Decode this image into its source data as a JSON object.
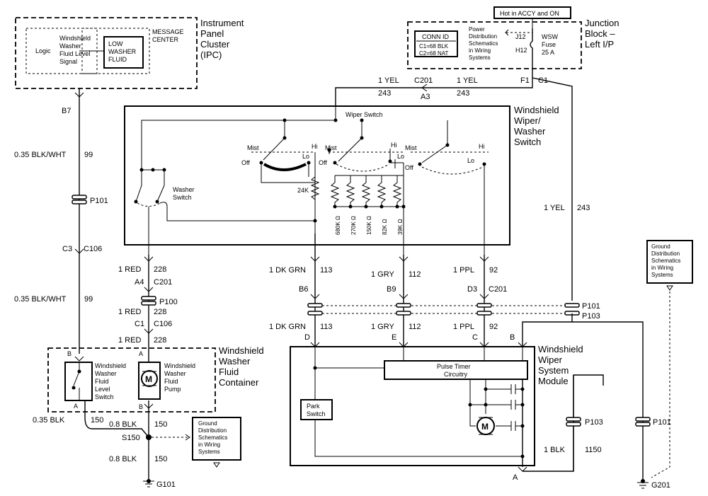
{
  "labels": {
    "ipc": "Instrument Panel Cluster (IPC)",
    "ipc_lines": [
      "Instrument",
      "Panel",
      "Cluster",
      "(IPC)"
    ],
    "logic": "Logic",
    "washer_signal": [
      "Windshield",
      "Washer",
      "Fluid Level",
      "Signal"
    ],
    "msg_center": [
      "MESSAGE",
      "CENTER"
    ],
    "low_washer": [
      "LOW",
      "WASHER",
      "FLUID"
    ],
    "hot_in": "Hot in ACCY and ON",
    "junction_block": [
      "Junction",
      "Block –",
      "Left I/P"
    ],
    "conn_id_title": "CONN ID",
    "conn_id_lines": [
      "C1=68 BLK",
      "C2=68 NAT"
    ],
    "power_dist": [
      "Power",
      "Distribution",
      "Schematics",
      "in Wiring",
      "Systems"
    ],
    "j12": "J12",
    "h12": "H12",
    "wsw_fuse": [
      "WSW",
      "Fuse",
      "25 A"
    ],
    "f1": "F1",
    "c1_top": "C1",
    "c201_top": "C201",
    "a3": "A3",
    "wire_yel_left": "1 YEL",
    "wire_243_left": "243",
    "wire_yel_right": "1 YEL",
    "wire_243_right": "243",
    "wiper_washer_switch": [
      "Windshield",
      "Wiper/",
      "Washer",
      "Switch"
    ],
    "wiper_switch": "Wiper Switch",
    "washer_switch": [
      "Washer",
      "Switch"
    ],
    "mist": "Mist",
    "off": "Off",
    "hi": "Hi",
    "lo": "Lo",
    "r24k": "24K",
    "resistors": [
      "680K Ω",
      "270K Ω",
      "150K Ω",
      "82K Ω",
      "39K Ω"
    ],
    "b7": "B7",
    "w_099_a": "0.35 BLK/WHT",
    "n_099_a": "99",
    "p101_left": "P101",
    "c3": "C3",
    "c106_a": "C106",
    "w_099_b": "0.35 BLK/WHT",
    "n_099_b": "99",
    "red228_a": "1 RED",
    "n228_a": "228",
    "a4": "A4",
    "c201_a": "C201",
    "p100": "P100",
    "red228_b": "1 RED",
    "n228_b": "228",
    "c1_mid": "C1",
    "c106_b": "C106",
    "red228_c": "1 RED",
    "n228_c": "228",
    "dkgrn_a": "1 DK GRN",
    "n113_a": "113",
    "gry_a": "1 GRY",
    "n112_a": "112",
    "ppl_a": "1 PPL",
    "n92_a": "92",
    "b6": "B6",
    "b9": "B9",
    "d3": "D3",
    "c201_mid": "C201",
    "p101_right": "P101",
    "p103_right": "P103",
    "yel_side": "1 YEL",
    "n243_side": "243",
    "dkgrn_b": "1 DK GRN",
    "n113_b": "113",
    "gry_b": "1 GRY",
    "n112_b": "112",
    "ppl_b": "1 PPL",
    "n92_b": "92",
    "pin_d": "D",
    "pin_e": "E",
    "pin_c": "C",
    "pin_b": "B",
    "pin_a": "A",
    "wiper_module": [
      "Windshield",
      "Wiper",
      "System",
      "Module"
    ],
    "pulse_timer": [
      "Pulse Timer",
      "Circuitry"
    ],
    "park_switch": [
      "Park",
      "Switch"
    ],
    "fluid_container": [
      "Windshield",
      "Washer",
      "Fluid",
      "Container"
    ],
    "level_switch": [
      "Windshield",
      "Washer",
      "Fluid",
      "Level",
      "Switch"
    ],
    "pump": [
      "Windshield",
      "Washer",
      "Fluid",
      "Pump"
    ],
    "pin_b_l": "B",
    "pin_a_l": "A",
    "pin_b_r": "A",
    "pin_a_r": "B",
    "blk150_a": "0.35 BLK",
    "n150_a": "150",
    "blk150_b": "0.8 BLK",
    "n150_b": "150",
    "s150": "S150",
    "blk150_c": "0.8 BLK",
    "n150_c": "150",
    "g101": "G101",
    "ground_dist_a": [
      "Ground",
      "Distribution",
      "Schematics",
      "in Wiring",
      "Systems"
    ],
    "ground_dist_b": [
      "Ground",
      "Distribution",
      "Schematics",
      "in Wiring",
      "Systems"
    ],
    "p103_low": "P103",
    "p101_low": "P101",
    "blk1150": "1 BLK",
    "n1150": "1150",
    "g201": "G201"
  }
}
